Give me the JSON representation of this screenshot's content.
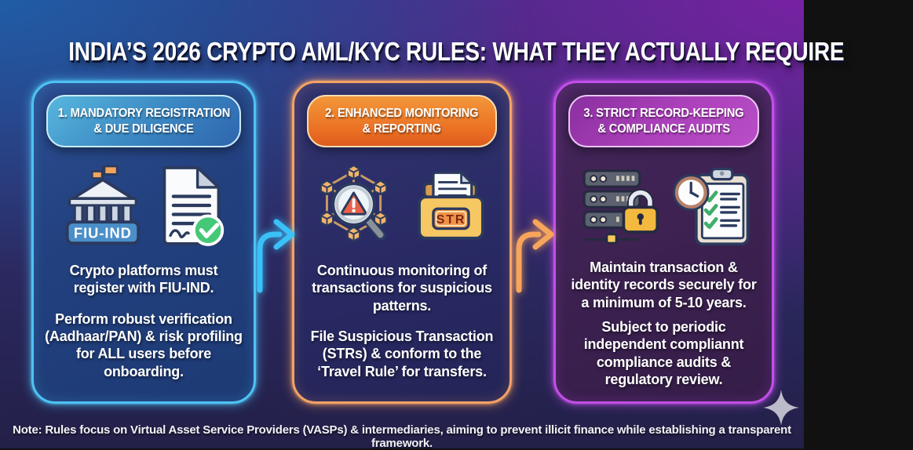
{
  "title": "INDIA’S 2026 CRYPTO AML/KYC RULES: WHAT THEY ACTUALLY REQUIRE",
  "panels": [
    {
      "header_lines": [
        "1. MANDATORY REGISTRATION",
        "& DUE DILIGENCE"
      ],
      "accent_color": "#4fc3f3",
      "icons": [
        "government-building-icon",
        "registered-document-check-icon"
      ],
      "building_badge": "FIU-IND",
      "paragraphs": [
        "Crypto platforms must register with FIU-IND.",
        "Perform robust verification (Aadhaar/PAN) & risk profiling for ALL users before onboarding."
      ]
    },
    {
      "header_lines": [
        "2. ENHANCED MONITORING",
        "& REPORTING"
      ],
      "accent_color": "#f3a366",
      "icons": [
        "blockchain-monitoring-icon",
        "str-folder-icon"
      ],
      "folder_badge": "STR",
      "paragraphs": [
        "Continuous monitoring of transactions for suspicious patterns.",
        "File Suspicious Transaction (STRs) & conform to the ‘Travel Rule’ for transfers."
      ]
    },
    {
      "header_lines": [
        "3. STRICT RECORD-KEEPING",
        "& COMPLIANCE AUDITS"
      ],
      "accent_color": "#c24fe8",
      "icons": [
        "secure-server-records-icon",
        "compliance-audit-clipboard-icon"
      ],
      "paragraphs": [
        "Maintain transaction & identity records securely for a minimum of 5-10 years.",
        "Subject to periodic independent compliannt compliance audits & regulatory review."
      ]
    }
  ],
  "arrows": [
    {
      "direction": "right",
      "color": "#3bc0f8"
    },
    {
      "direction": "right",
      "color": "#f8a55c"
    }
  ],
  "footer_note": "Note: Rules focus on Virtual Asset Service Providers (VASPs) & intermediaries, aiming to prevent illicit finance while establishing a transparent framework.",
  "background": {
    "top_left": "#1f5fa8",
    "top_right": "#7a21a4",
    "bottom": "#232048"
  }
}
